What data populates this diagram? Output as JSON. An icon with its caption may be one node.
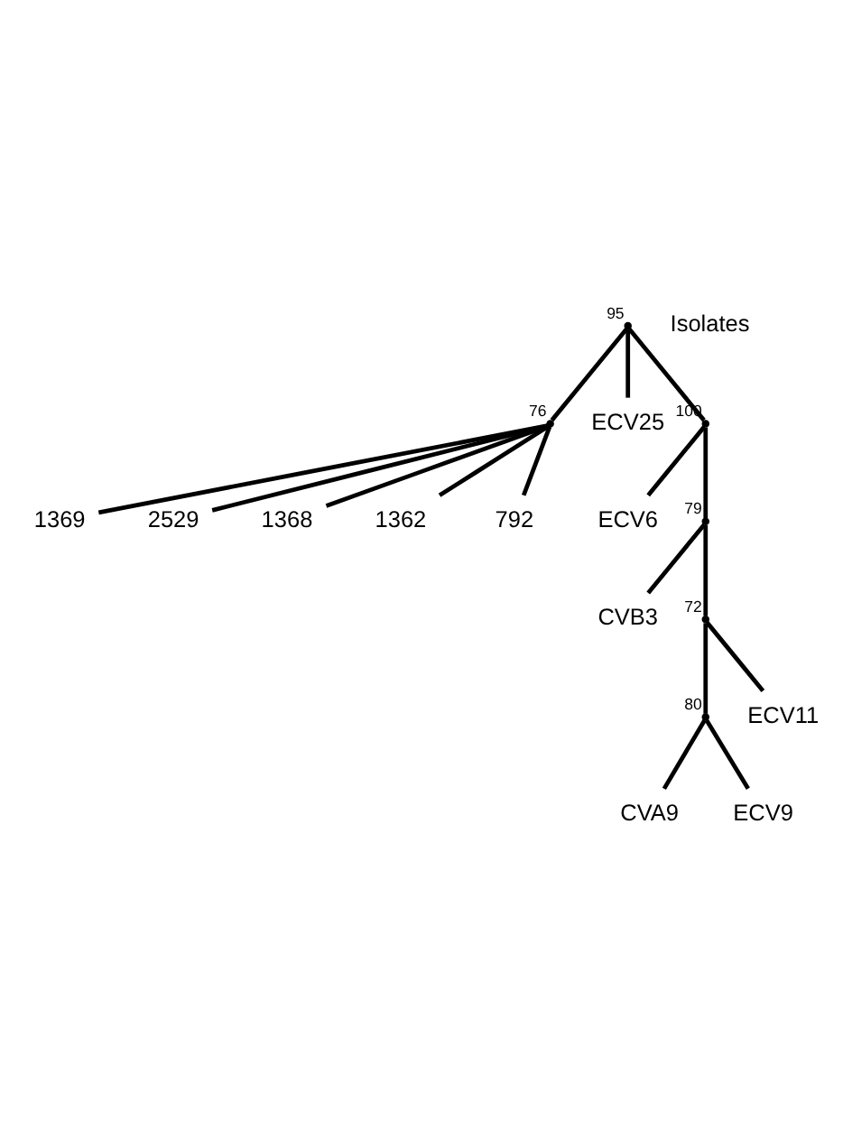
{
  "diagram": {
    "nodes": [
      {
        "text": [
          "1369"
        ]
      },
      {
        "text": [
          "2529"
        ]
      },
      {
        "text": [
          "1368"
        ]
      },
      {
        "text": [
          "1362"
        ]
      },
      {
        "text": [
          "792"
        ]
      },
      {
        "text": [],
        "shape": "point",
        "beside": [
          "76"
        ]
      },
      {
        "text": [],
        "shape": "point",
        "beside": [
          "95"
        ]
      },
      {
        "text": [
          "ECV25"
        ]
      },
      {
        "text": [],
        "shape": "point",
        "beside": [
          "100"
        ]
      },
      {
        "text": [
          "ECV6"
        ]
      },
      {
        "text": [],
        "shape": "point",
        "beside": [
          "79"
        ]
      },
      {
        "text": [
          "CVB3"
        ]
      },
      {
        "text": [],
        "shape": "point",
        "beside": [
          "72"
        ]
      },
      {
        "text": [],
        "shape": "point",
        "beside": [
          "80"
        ]
      },
      {
        "text": [
          "CVA9"
        ]
      },
      {
        "text": [
          "ECV11"
        ]
      },
      {
        "text": [
          "ECV9"
        ]
      }
    ],
    "edges": [
      {
        "from": 5,
        "to": 0,
        "arrow": "none"
      },
      {
        "from": 5,
        "to": 1,
        "arrow": "none"
      },
      {
        "from": 5,
        "to": 2,
        "arrow": "none"
      },
      {
        "from": 5,
        "to": 3,
        "arrow": "none"
      },
      {
        "from": 5,
        "to": 4,
        "arrow": "none"
      },
      {
        "from": 6,
        "to": 5,
        "arrow": "none"
      },
      {
        "from": 6,
        "to": 7,
        "arrow": "none"
      },
      {
        "from": 6,
        "to": 8,
        "arrow": "none"
      },
      {
        "from": 8,
        "to": 9,
        "arrow": "none"
      },
      {
        "from": 8,
        "to": 10,
        "arrow": "none"
      },
      {
        "from": 10,
        "to": 11,
        "arrow": "none"
      },
      {
        "from": 10,
        "to": 12,
        "arrow": "none"
      },
      {
        "from": 12,
        "to": 15,
        "arrow": "none"
      },
      {
        "from": 12,
        "to": 13,
        "arrow": "none"
      },
      {
        "from": 13,
        "to": 14,
        "arrow": "none"
      },
      {
        "from": 13,
        "to": 16,
        "arrow": "none"
      }
    ],
    "labels": [
      "Isolates"
    ]
  }
}
